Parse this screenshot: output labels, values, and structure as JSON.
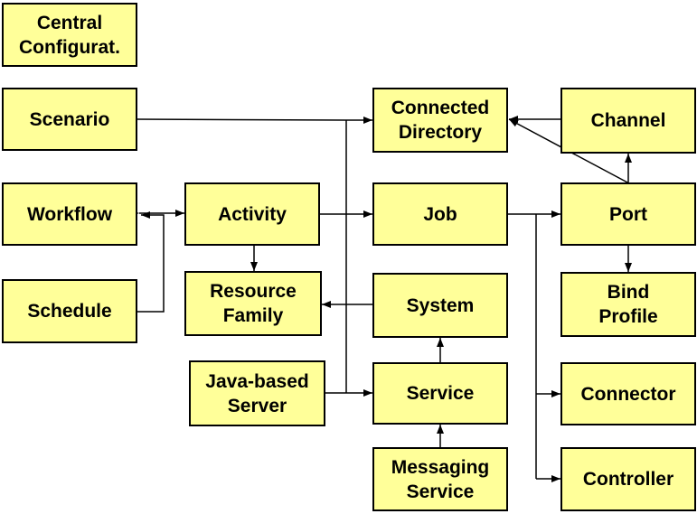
{
  "diagram": {
    "colors": {
      "node_fill": "#ffff99",
      "node_border": "#000000",
      "wire": "#000000"
    },
    "nodes": {
      "central_configuration": "Central\nConfigurat.",
      "scenario": "Scenario",
      "workflow": "Workflow",
      "schedule": "Schedule",
      "activity": "Activity",
      "resource_family": "Resource\nFamily",
      "java_based_server": "Java-based\nServer",
      "connected_directory": "Connected\nDirectory",
      "job": "Job",
      "system": "System",
      "service": "Service",
      "messaging_service": "Messaging\nService",
      "channel": "Channel",
      "port": "Port",
      "bind_profile": "Bind\nProfile",
      "connector": "Connector",
      "controller": "Controller"
    }
  }
}
